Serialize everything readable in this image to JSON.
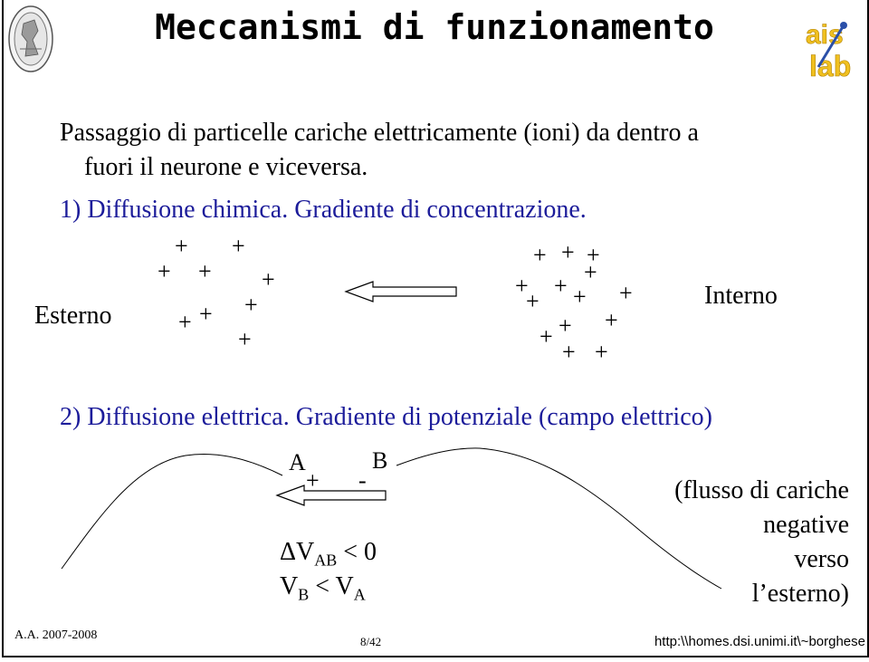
{
  "title": "Meccanismi di funzionamento",
  "intro_line1": "Passaggio di particelle cariche elettricamente (ioni) da dentro a",
  "intro_line2": "fuori il neurone e viceversa.",
  "point1": "1) Diffusione chimica. Gradiente di concentrazione.",
  "label_esterno": "Esterno",
  "label_interno": "Interno",
  "plus_symbol": "+",
  "point2": "2) Diffusione elettrica. Gradiente di potenziale (campo elettrico)",
  "label_a": "A",
  "label_b": "B",
  "sign_plus": "+",
  "sign_minus": "-",
  "eq1_delta": "ΔV",
  "eq1_sub": "AB",
  "eq1_rest": " < 0",
  "eq2_v1": "V",
  "eq2_sub1": "B",
  "eq2_mid": " < V",
  "eq2_sub2": "A",
  "flux_lines": [
    "(flusso di cariche",
    "negative",
    "verso",
    "l’esterno)"
  ],
  "footer_left": "A.A. 2007-2008",
  "footer_page": "8/42",
  "footer_url": "http:\\\\homes.dsi.unimi.it\\~borghese",
  "logo_right_text": "ais lab",
  "colors": {
    "blue_text": "#1c1c9a",
    "logo_yellow": "#f0c020",
    "logo_blue": "#2a4fa8"
  }
}
